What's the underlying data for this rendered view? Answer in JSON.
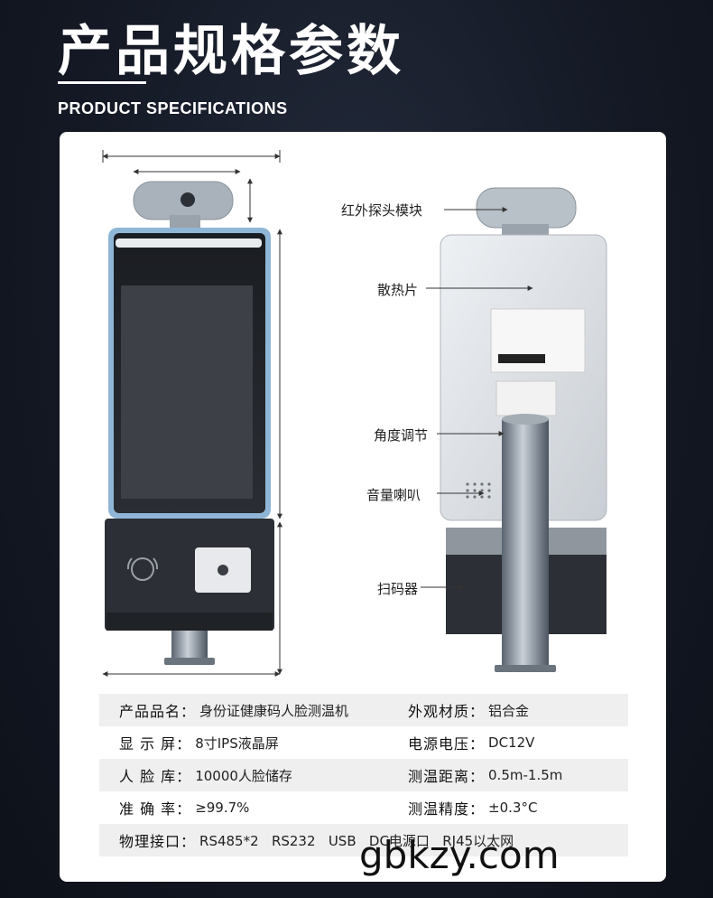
{
  "header": {
    "title": "产品规格参数",
    "subtitle": "PRODUCT SPECIFICATIONS"
  },
  "callouts": {
    "ir_module": "红外探头模块",
    "heatsink": "散热片",
    "angle_adjust": "角度调节",
    "speaker": "音量喇叭",
    "scanner": "扫码器"
  },
  "specs": {
    "rows": [
      [
        {
          "label": "产品品名：",
          "value": "身份证健康码人脸测温机"
        },
        {
          "label": "外观材质：",
          "value": "铝合金"
        }
      ],
      [
        {
          "label": "显 示 屏：",
          "value": "8寸IPS液晶屏"
        },
        {
          "label": "电源电压：",
          "value": "DC12V"
        }
      ],
      [
        {
          "label": "人 脸 库：",
          "value": "10000人脸储存"
        },
        {
          "label": "测温距离：",
          "value": "0.5m-1.5m"
        }
      ],
      [
        {
          "label": "准 确 率：",
          "value": "≥99.7%"
        },
        {
          "label": "测温精度：",
          "value": "±0.3°C"
        }
      ]
    ],
    "interface": {
      "label": "物理接口：",
      "value": "RS485*2   RS232   USB   DC电源口   RJ45以太网"
    }
  },
  "watermark": "gbkzy.com",
  "colors": {
    "background": "#141925",
    "card": "#ffffff",
    "row_shade": "#efefef",
    "device_frame": "#8fb6d6"
  }
}
